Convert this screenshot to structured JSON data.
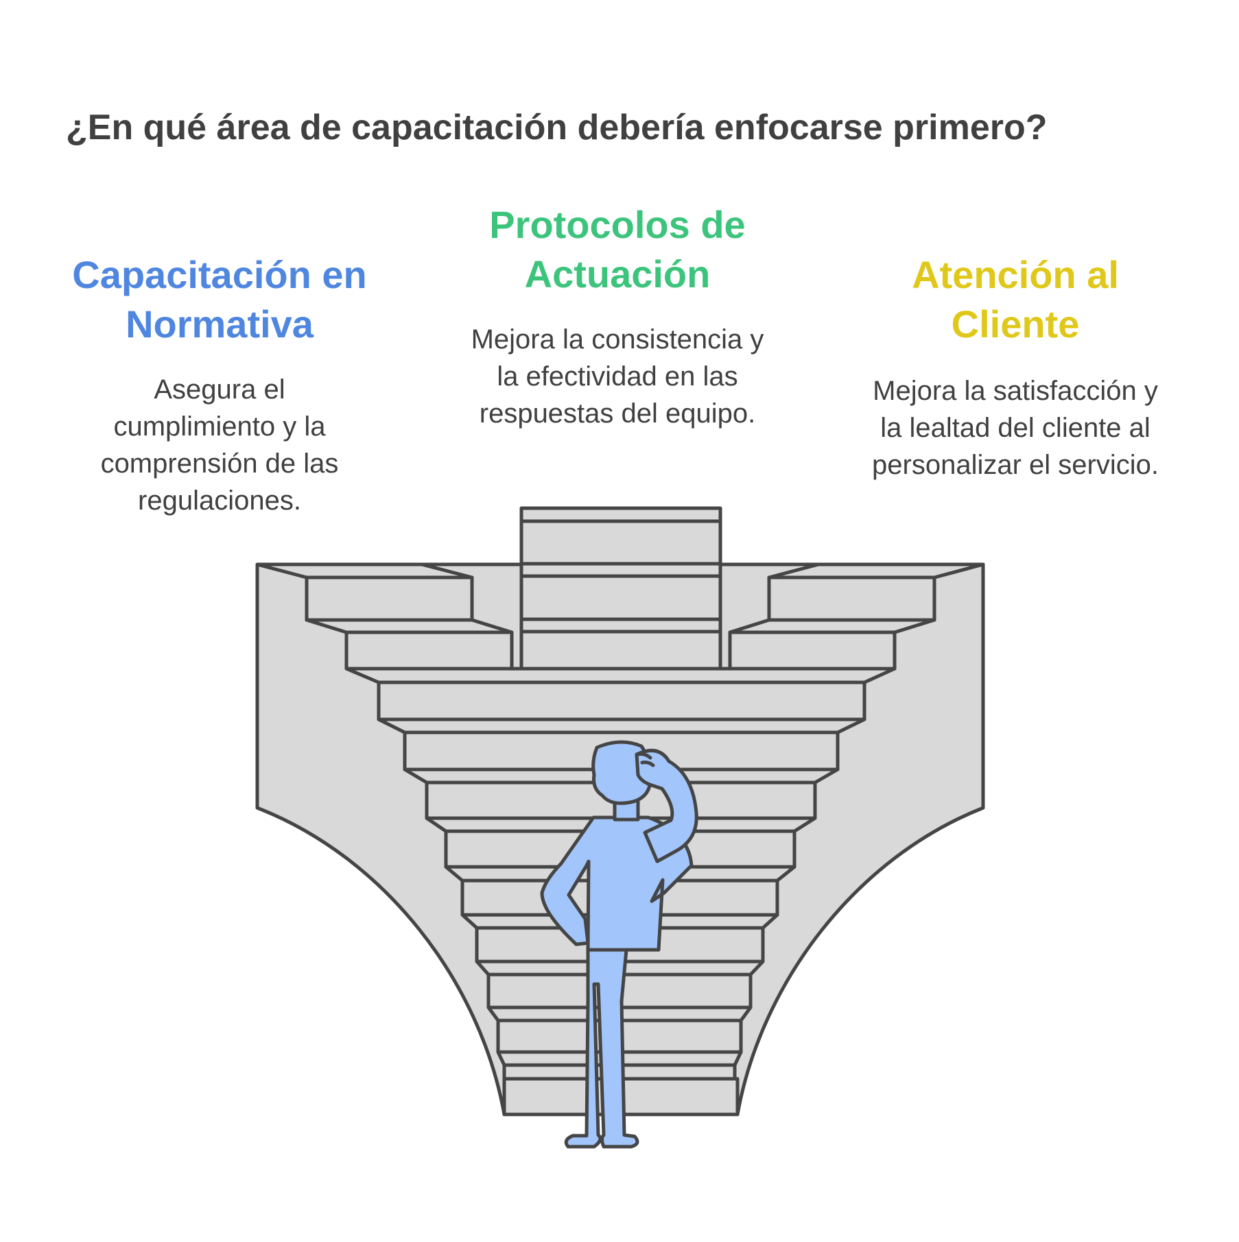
{
  "title": "¿En qué área de capacitación debería enfocarse primero?",
  "colors": {
    "text": "#404040",
    "left_accent": "#4f86e0",
    "center_accent": "#3cc47c",
    "right_accent": "#e0c81a",
    "stairs_fill": "#d9d9d9",
    "stroke": "#454545",
    "person_fill": "#a2c5fb"
  },
  "options": [
    {
      "heading": "Capacitación en Normativa",
      "heading_lines": [
        "Capacitación en",
        "Normativa"
      ],
      "description_lines": [
        "Asegura el",
        "cumplimiento y la",
        "comprensión de las",
        "regulaciones."
      ]
    },
    {
      "heading": "Protocolos de Actuación",
      "heading_lines": [
        "Protocolos de",
        "Actuación"
      ],
      "description_lines": [
        "Mejora la consistencia y",
        "la efectividad en las",
        "respuestas del equipo."
      ]
    },
    {
      "heading": "Atención al Cliente",
      "heading_lines": [
        "Atención al",
        "Cliente"
      ],
      "description_lines": [
        "Mejora la satisfacción y",
        "la lealtad del cliente al",
        "personalizar el servicio."
      ]
    }
  ],
  "illustration": {
    "icons": [
      "staircase-icon",
      "person-thinking-icon"
    ]
  }
}
